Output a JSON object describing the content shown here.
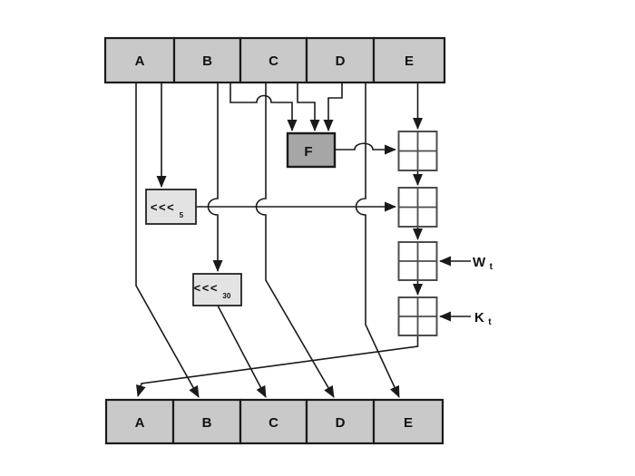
{
  "registers": {
    "top": [
      "A",
      "B",
      "C",
      "D",
      "E"
    ],
    "bottom": [
      "A",
      "B",
      "C",
      "D",
      "E"
    ]
  },
  "function_box": {
    "label": "F"
  },
  "rotate_left_5": {
    "symbol": "<<<",
    "amount": "5"
  },
  "rotate_left_30": {
    "symbol": "<<<",
    "amount": "30"
  },
  "message_word": {
    "base": "W",
    "sub": "t"
  },
  "round_constant": {
    "base": "K",
    "sub": "t"
  },
  "colors": {
    "background": "#ffffff",
    "register_fill": "#c9c9c9",
    "function_fill": "#a6a6a6",
    "rotate_fill": "#e3e3e3",
    "adder_fill": "#ffffff",
    "adder_stroke": "#4d4d4d",
    "line": "#1a1a1a"
  }
}
